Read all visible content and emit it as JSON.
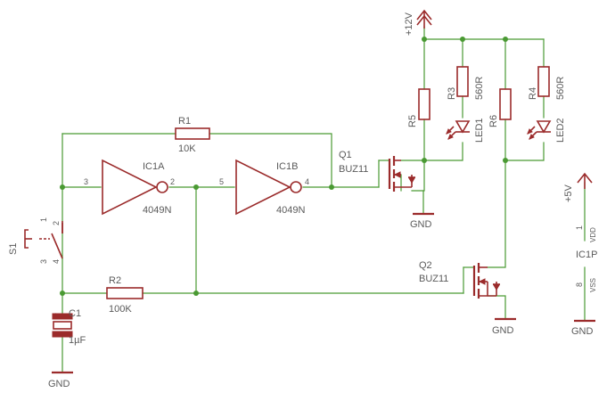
{
  "labels": {
    "supply_12v": "+12V",
    "supply_5v": "+5V",
    "gnd": "GND"
  },
  "components": {
    "r1": {
      "name": "R1",
      "value": "10K"
    },
    "r2": {
      "name": "R2",
      "value": "100K"
    },
    "r3": {
      "name": "R3",
      "value": "560R"
    },
    "r4": {
      "name": "R4",
      "value": "560R"
    },
    "r5": {
      "name": "R5"
    },
    "r6": {
      "name": "R6"
    },
    "c1": {
      "name": "C1",
      "value": "1µF"
    },
    "s1": {
      "name": "S1",
      "pins": [
        "1",
        "2",
        "3",
        "4"
      ]
    },
    "ic1a": {
      "name": "IC1A",
      "value": "4049N",
      "in_pin": "3",
      "out_pin": "2"
    },
    "ic1b": {
      "name": "IC1B",
      "value": "4049N",
      "in_pin": "5",
      "out_pin": "4"
    },
    "ic1p": {
      "name": "IC1P",
      "pin_vdd": "1",
      "pin_vdd_label": "VDD",
      "pin_vss": "8",
      "pin_vss_label": "VSS"
    },
    "q1": {
      "name": "Q1",
      "value": "BUZ11"
    },
    "q2": {
      "name": "Q2",
      "value": "BUZ11"
    },
    "led1": {
      "name": "LED1"
    },
    "led2": {
      "name": "LED2"
    }
  },
  "colors": {
    "wire": "#4a9a33",
    "symbol": "#9b2b2b",
    "text": "#5a5a5a"
  }
}
